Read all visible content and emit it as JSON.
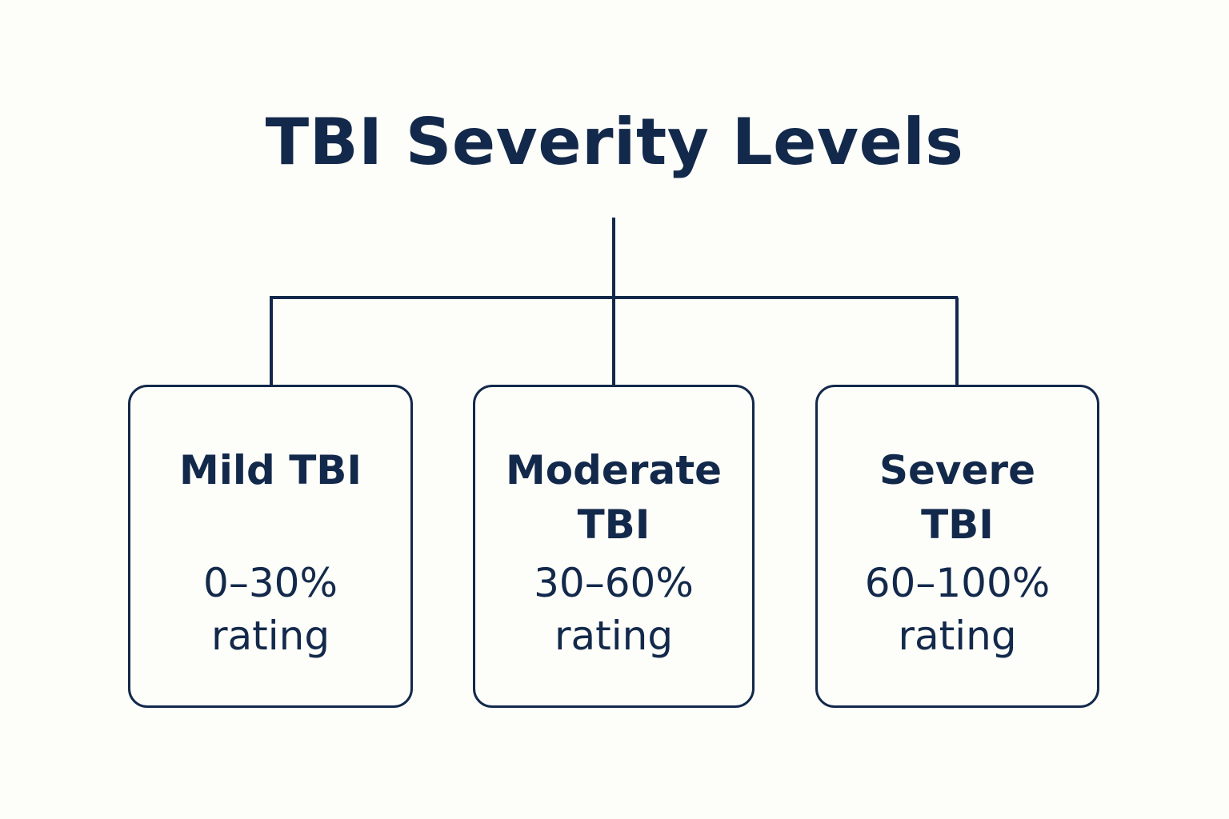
{
  "diagram": {
    "title": "TBI Severity Levels",
    "nodes": [
      {
        "id": "mild",
        "title_lines": [
          "Mild TBI"
        ],
        "desc_lines": [
          "0–30%",
          "rating"
        ]
      },
      {
        "id": "moderate",
        "title_lines": [
          "Moderate",
          "TBI"
        ],
        "desc_lines": [
          "30–60%",
          "rating"
        ]
      },
      {
        "id": "severe",
        "title_lines": [
          "Severe",
          "TBI"
        ],
        "desc_lines": [
          "60–100%",
          "rating"
        ]
      }
    ]
  },
  "colors": {
    "ink": "#13294b",
    "background": "#fdfdf9"
  }
}
